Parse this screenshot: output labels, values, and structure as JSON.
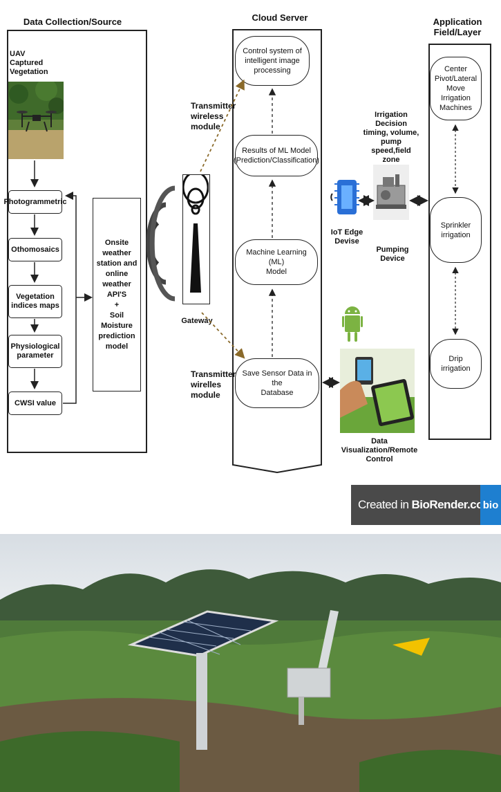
{
  "headers": {
    "data_collection": "Data Collection/Source",
    "cloud_server": "Cloud Server",
    "application": "Application\nField/Layer"
  },
  "data_collection": {
    "uav_label": "UAV Captured\nVegetation",
    "steps": [
      "Photogrammetric",
      "Othomosaics",
      "Vegetation\nindices maps",
      "Physiological\nparameter",
      "CWSI value"
    ],
    "weather_box": "Onsite\nweather\nstation and\nonline weather\nAPI'S\n+\nSoil Moisture\nprediction\nmodel"
  },
  "transmitter_top": "Transmitter\nwireless\nmodule",
  "transmitter_bottom": "Transmitter\nwirelles\nmodule",
  "gateway_label": "Gateway",
  "cloud": {
    "control": "Control system of\nintelligent image\nprocessing",
    "results": "Results of ML Model\n(Prediction/Classification)",
    "ml_model": "Machine Learning (ML)\nModel",
    "save_data": "Save Sensor Data in the\nDatabase"
  },
  "irrigation_decision": "Irrigation Decision\ntiming, volume,\npump speed,field\nzone",
  "iot_edge": "IoT Edge\nDevise",
  "pumping": "Pumping\nDevice",
  "data_vis": "Data Visualization/Remote\nControl",
  "application": {
    "center_pivot": "Center\nPivot/Lateral\nMove Irrigation\nMachines",
    "sprinkler": "Sprinkler\nirrigation",
    "drip": "Drip irrigation"
  },
  "badge": {
    "created_in": "Created in",
    "brand": "BioRender.com",
    "logo": "bio"
  },
  "colors": {
    "arrow_brown": "#8a6a2a",
    "android_green": "#7cb342",
    "badge_bg": "#4a4a4a",
    "badge_blue": "#1e7fd0"
  }
}
